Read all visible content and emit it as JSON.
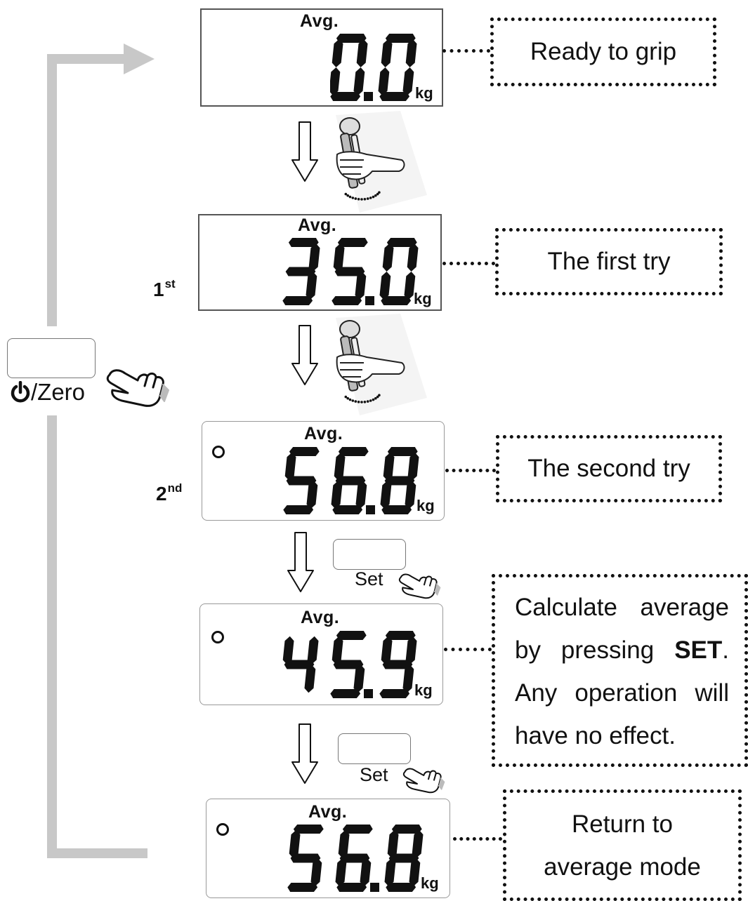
{
  "avg_label": "Avg.",
  "unit_label": "kg",
  "steps": [
    {
      "reading": "0.0",
      "digits": [
        "0",
        "0"
      ],
      "indicator": false,
      "ordinal": null,
      "note": "Ready to grip"
    },
    {
      "reading": "35.0",
      "digits": [
        "3",
        "5",
        "0"
      ],
      "indicator": false,
      "ordinal": {
        "num": "1",
        "suffix": "st"
      },
      "note": "The first try"
    },
    {
      "reading": "56.8",
      "digits": [
        "5",
        "6",
        "8"
      ],
      "indicator": true,
      "ordinal": {
        "num": "2",
        "suffix": "nd"
      },
      "note": "The second try"
    },
    {
      "reading": "45.9",
      "digits": [
        "4",
        "5",
        "9"
      ],
      "indicator": true,
      "ordinal": null,
      "note_lines": [
        "Calculate average",
        "by pressing SET.",
        "Any operation will",
        "have no effect."
      ],
      "note_bold": "SET"
    },
    {
      "reading": "56.8",
      "digits": [
        "5",
        "6",
        "8"
      ],
      "indicator": true,
      "ordinal": null,
      "note_lines": [
        "Return to",
        "average mode"
      ]
    }
  ],
  "zero_button": {
    "label": "/Zero",
    "icon": "power-icon"
  },
  "set_button": {
    "label": "Set"
  },
  "colors": {
    "lcd_segment": "#111111",
    "loop_arrow": "#c8c8c8",
    "note_border": "#111111"
  }
}
